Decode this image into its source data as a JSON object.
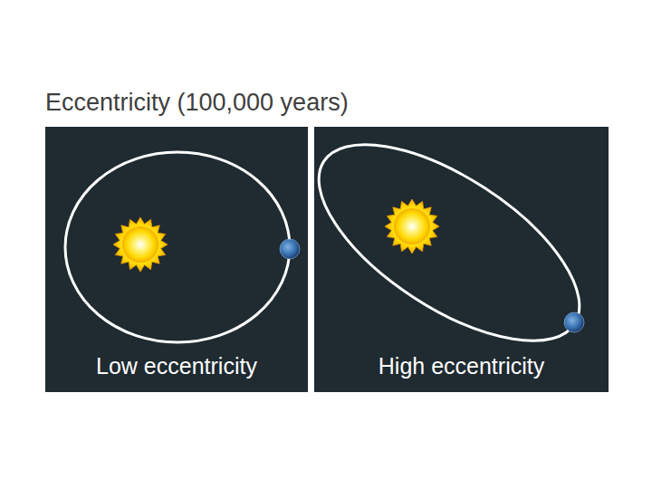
{
  "diagram": {
    "title": "Eccentricity (100,000 years)",
    "nodes": [
      {
        "text": [
          "Low eccentricity"
        ]
      },
      {
        "text": [
          "High eccentricity"
        ]
      }
    ]
  }
}
